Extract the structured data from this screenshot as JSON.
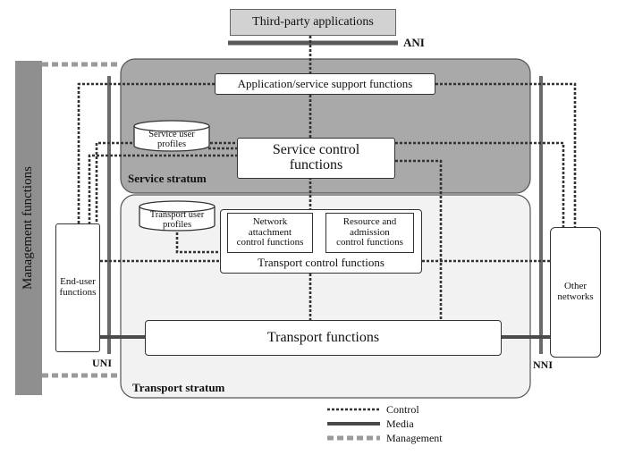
{
  "diagram": {
    "third_party_label": "Third-party applications",
    "ani_label": "ANI",
    "uni_label": "UNI",
    "nni_label": "NNI",
    "management_label": "Management functions",
    "app_support_label": "Application/service support functions",
    "service_user_profiles_label": "Service user\nprofiles",
    "service_control_label": "Service control\nfunctions",
    "service_stratum_label": "Service stratum",
    "transport_user_profiles_label": "Transport user\nprofiles",
    "network_attachment_label": "Network\nattachment\ncontrol functions",
    "resource_admission_label": "Resource and\nadmission\ncontrol functions",
    "transport_control_label": "Transport control functions",
    "end_user_label": "End-user\nfunctions",
    "other_networks_label": "Other\nnetworks",
    "transport_functions_label": "Transport functions",
    "transport_stratum_label": "Transport stratum"
  },
  "legend": {
    "control_label": "Control",
    "media_label": "Media",
    "management_label": "Management"
  },
  "colors": {
    "service_stratum_fill": "#a9a9a9",
    "transport_stratum_fill": "#f2f2f2",
    "management_bar": "#8f8f8f",
    "control_line": "#333333",
    "media_line": "#5a5a5a",
    "management_line": "#9a9a9a"
  }
}
